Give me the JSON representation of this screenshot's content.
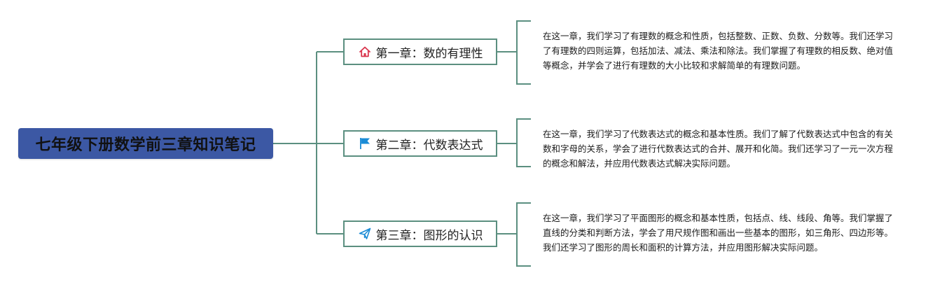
{
  "root": {
    "title": "七年级下册数学前三章知识笔记"
  },
  "branches": [
    {
      "title": "第一章：数的有理性",
      "icon": "home-icon",
      "icon_color": "#d9334b",
      "note": "在这一章，我们学习了有理数的概念和性质，包括整数、正数、负数、分数等。我们还学习了有理数的四则运算，包括加法、减法、乘法和除法。我们掌握了有理数的相反数、绝对值等概念，并学会了进行有理数的大小比较和求解简单的有理数问题。"
    },
    {
      "title": "第二章：代数表达式",
      "icon": "flag-icon",
      "icon_color": "#1a8bd6",
      "note": "在这一章，我们学习了代数表达式的概念和基本性质。我们了解了代数表达式中包含的有关数和字母的关系，学会了进行代数表达式的合并、展开和化简。我们还学习了一元一次方程的概念和解法，并应用代数表达式解决实际问题。"
    },
    {
      "title": "第三章：图形的认识",
      "icon": "paper-plane-icon",
      "icon_color": "#1a8bd6",
      "note": "在这一章，我们学习了平面图形的概念和基本性质，包括点、线、线段、角等。我们掌握了直线的分类和判断方法，学会了用尺规作图和画出一些基本的图形，如三角形、四边形等。我们还学习了图形的周长和面积的计算方法，并应用图形解决实际问题。"
    }
  ],
  "colors": {
    "root_bg": "#3c58a4",
    "connector": "#5b8f80"
  }
}
